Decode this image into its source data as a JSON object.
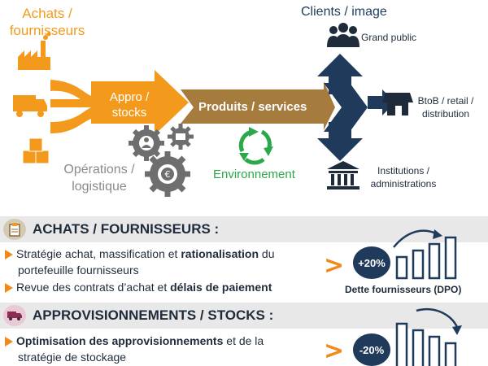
{
  "diagram": {
    "left_label": [
      "Achats /",
      "fournisseurs"
    ],
    "ops_label": [
      "Opérations /",
      "logistique"
    ],
    "appro_label": [
      "Appro /",
      "stocks"
    ],
    "products_label": "Produits / services",
    "environment_label": "Environnement",
    "clients_label": "Clients / image",
    "grand_public": "Grand public",
    "btob": [
      "BtoB / retail /",
      "distribution"
    ],
    "institutions": [
      "Institutions /",
      "administrations"
    ],
    "colors": {
      "orange": "#f39a1c",
      "brown": "#a57b3e",
      "navy": "#1f3a5a",
      "green": "#2aa84a",
      "gear": "#6e6e6e"
    }
  },
  "sections": [
    {
      "title": "ACHATS / FOURNISSEURS :",
      "icon": "clipboard-icon",
      "bullets": [
        [
          {
            "text": "Stratégie achat, massification et ",
            "bold": false
          },
          {
            "text": "rationalisation",
            "bold": true
          },
          {
            "text": "  du",
            "bold": false
          }
        ],
        [
          {
            "text": "Revue des contrats d’achat et ",
            "bold": false
          },
          {
            "text": "délais de paiement",
            "bold": true
          }
        ]
      ],
      "bullet_continuation": "portefeuille fournisseurs",
      "kpi": {
        "value": "+20%",
        "caption": "Dette fournisseurs (DPO)",
        "trend": "up"
      }
    },
    {
      "title": "APPROVISIONNEMENTS / STOCKS :",
      "icon": "truck-icon",
      "bullets": [
        [
          {
            "text": "Optimisation des approvisionnements",
            "bold": true
          },
          {
            "text": "  et de la",
            "bold": false
          }
        ]
      ],
      "bullet_continuation": "stratégie de stockage",
      "kpi": {
        "value": "-20%",
        "caption": "",
        "trend": "down"
      }
    }
  ]
}
